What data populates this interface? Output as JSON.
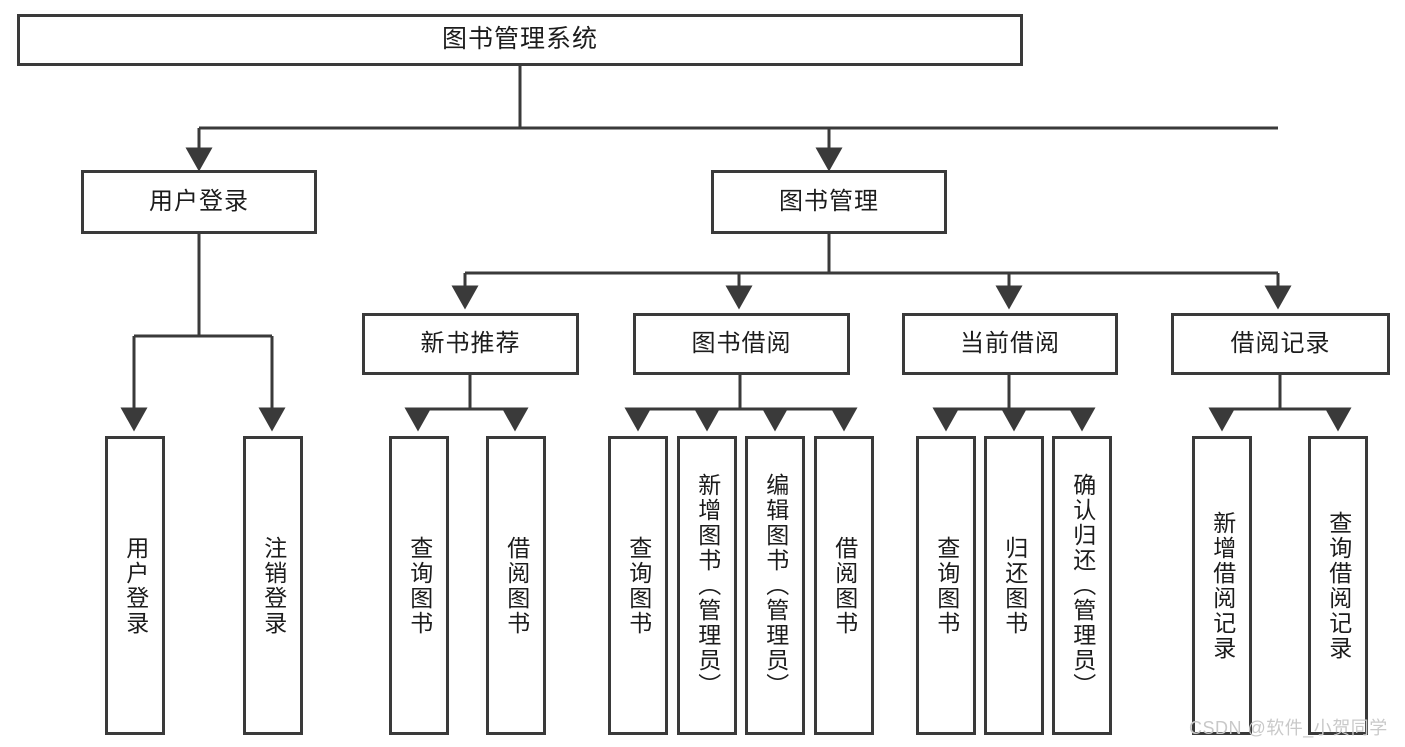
{
  "diagram": {
    "type": "tree-hierarchy",
    "title": "图书管理系统",
    "root": {
      "label": "图书管理系统"
    },
    "level2": [
      {
        "label": "用户登录"
      },
      {
        "label": "图书管理"
      }
    ],
    "level3": [
      {
        "label": "新书推荐"
      },
      {
        "label": "图书借阅"
      },
      {
        "label": "当前借阅"
      },
      {
        "label": "借阅记录"
      }
    ],
    "leaves": {
      "user_login": [
        {
          "label": "用户登录"
        },
        {
          "label": "注销登录"
        }
      ],
      "new_book_recommend": [
        {
          "label": "查询图书"
        },
        {
          "label": "借阅图书"
        }
      ],
      "book_borrow": [
        {
          "label": "查询图书"
        },
        {
          "label": "新增图书（管理员）"
        },
        {
          "label": "编辑图书（管理员）"
        },
        {
          "label": "借阅图书"
        }
      ],
      "current_borrow": [
        {
          "label": "查询图书"
        },
        {
          "label": "归还图书"
        },
        {
          "label": "确认归还（管理员）"
        }
      ],
      "borrow_records": [
        {
          "label": "新增借阅记录"
        },
        {
          "label": "查询借阅记录"
        }
      ]
    }
  },
  "watermark": {
    "text": "CSDN @软件_小贺同学"
  },
  "colors": {
    "box_border": "#3a3a3a",
    "text": "#1c1c1c",
    "background": "#ffffff",
    "watermark": "#c9c9c9"
  }
}
